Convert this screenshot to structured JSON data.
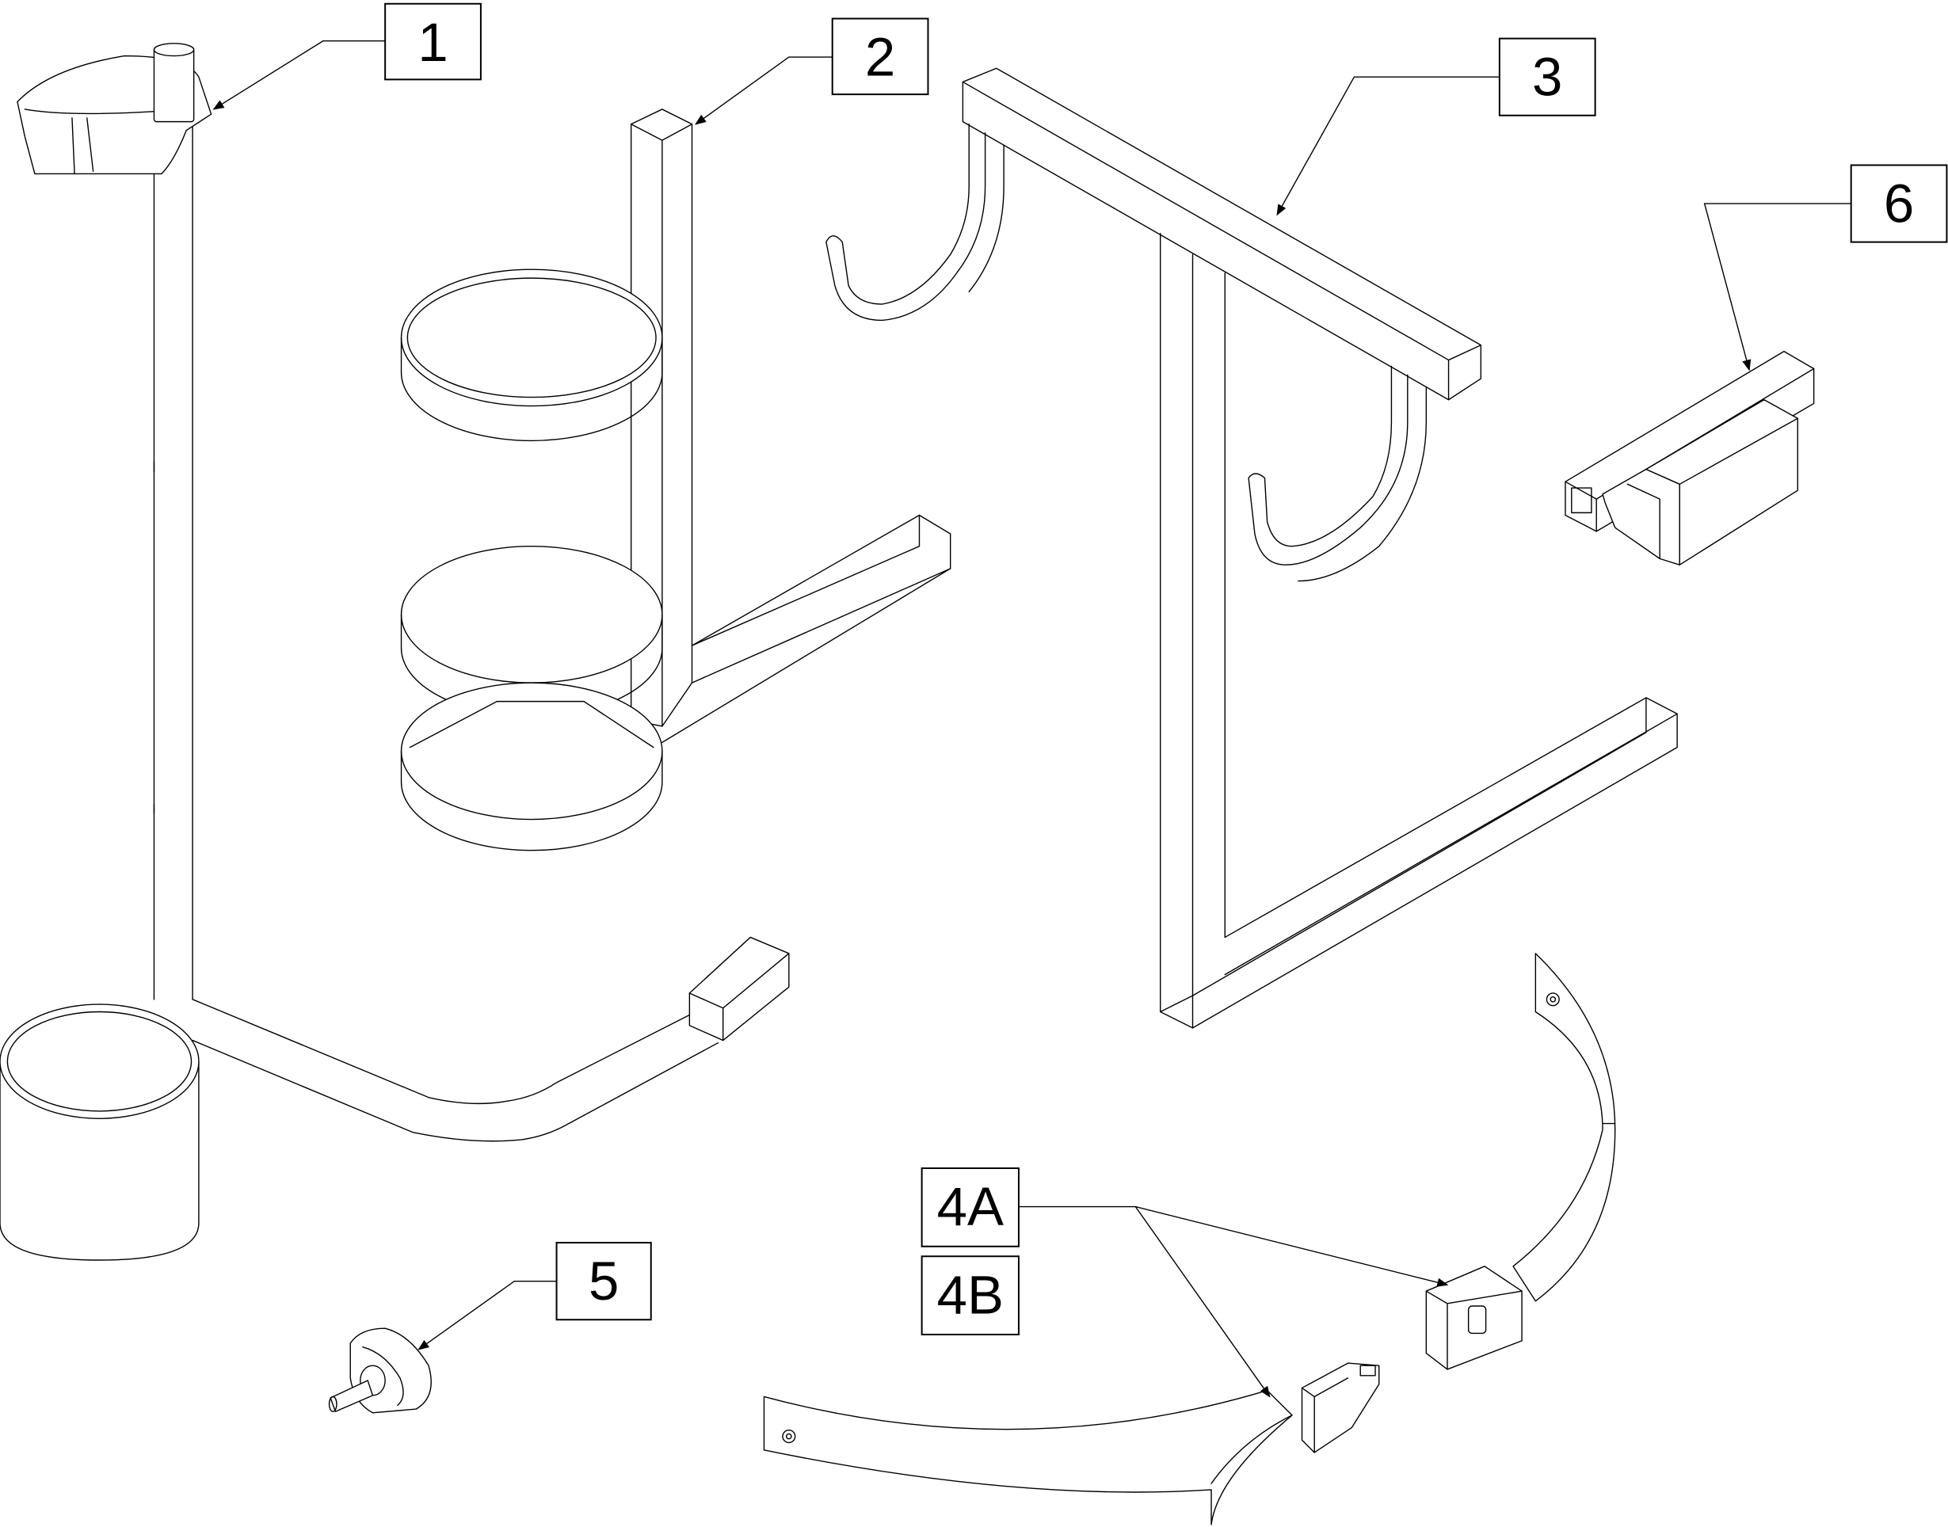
{
  "callouts": {
    "c1": "1",
    "c2": "2",
    "c3": "3",
    "c4a": "4A",
    "c4b": "4B",
    "c5": "5",
    "c6": "6"
  }
}
